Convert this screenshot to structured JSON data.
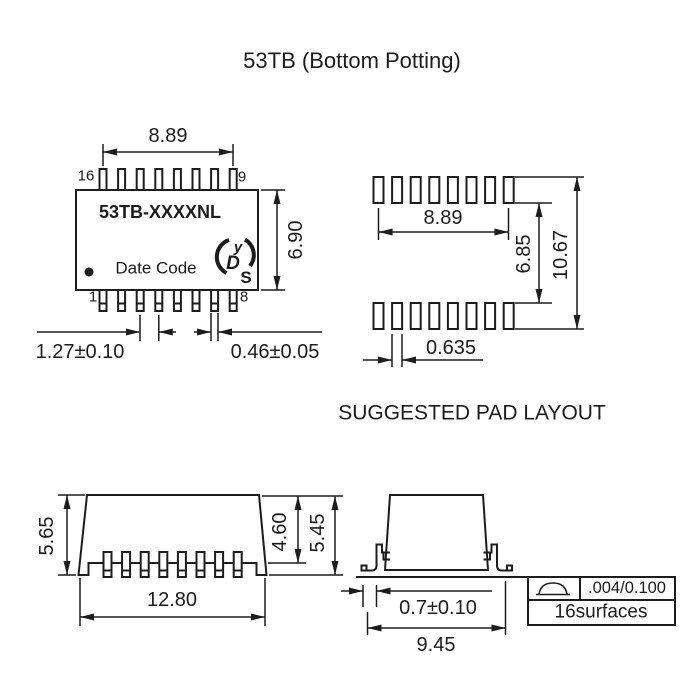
{
  "title": "53TB (Bottom Potting)",
  "package_view": {
    "part_number": "53TB-XXXXNL",
    "date_code_label": "Date Code",
    "logo_letters": {
      "l1": "y",
      "l2": "D",
      "l3": "S"
    },
    "pins": {
      "top_left": "16",
      "top_right": "9",
      "bottom_left": "1",
      "bottom_right": "8"
    },
    "dims": {
      "lead_span": "8.89",
      "body_height": "6.90",
      "lead_pitch": "1.27±0.10",
      "lead_width": "0.46±0.05"
    }
  },
  "pad_layout": {
    "caption": "SUGGESTED PAD LAYOUT",
    "dims": {
      "pad_span": "8.89",
      "pad_inner_gap": "6.85",
      "pad_outer_span": "10.67",
      "pad_width": "0.635"
    }
  },
  "front_view": {
    "dims": {
      "body_height": "5.65",
      "body_to_seating": "4.60",
      "overall_height": "5.45",
      "body_width": "12.80"
    }
  },
  "side_view": {
    "dims": {
      "foot_length": "0.7±0.10",
      "lead_span": "9.45"
    },
    "callout": {
      "tolerance": ".004/0.100",
      "surfaces_note": "16surfaces"
    }
  },
  "colors": {
    "ink": "#1c1c1c",
    "background": "#ffffff"
  }
}
